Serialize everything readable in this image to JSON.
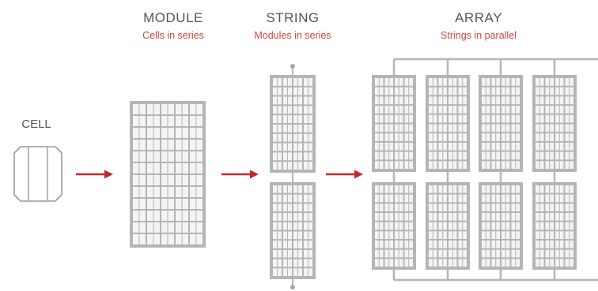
{
  "colors": {
    "panel": "#b5b5b5",
    "panel_cell": "#f4f4f4",
    "wire": "#b5b5b5",
    "arrow": "#c0282e",
    "subtitle": "#d2453c"
  },
  "cell": {
    "title": "CELL"
  },
  "module": {
    "title": "MODULE",
    "subtitle": "Cells in series"
  },
  "string": {
    "title": "STRING",
    "subtitle": "Modules in series"
  },
  "array": {
    "title": "ARRAY",
    "subtitle": "Strings in parallel"
  }
}
